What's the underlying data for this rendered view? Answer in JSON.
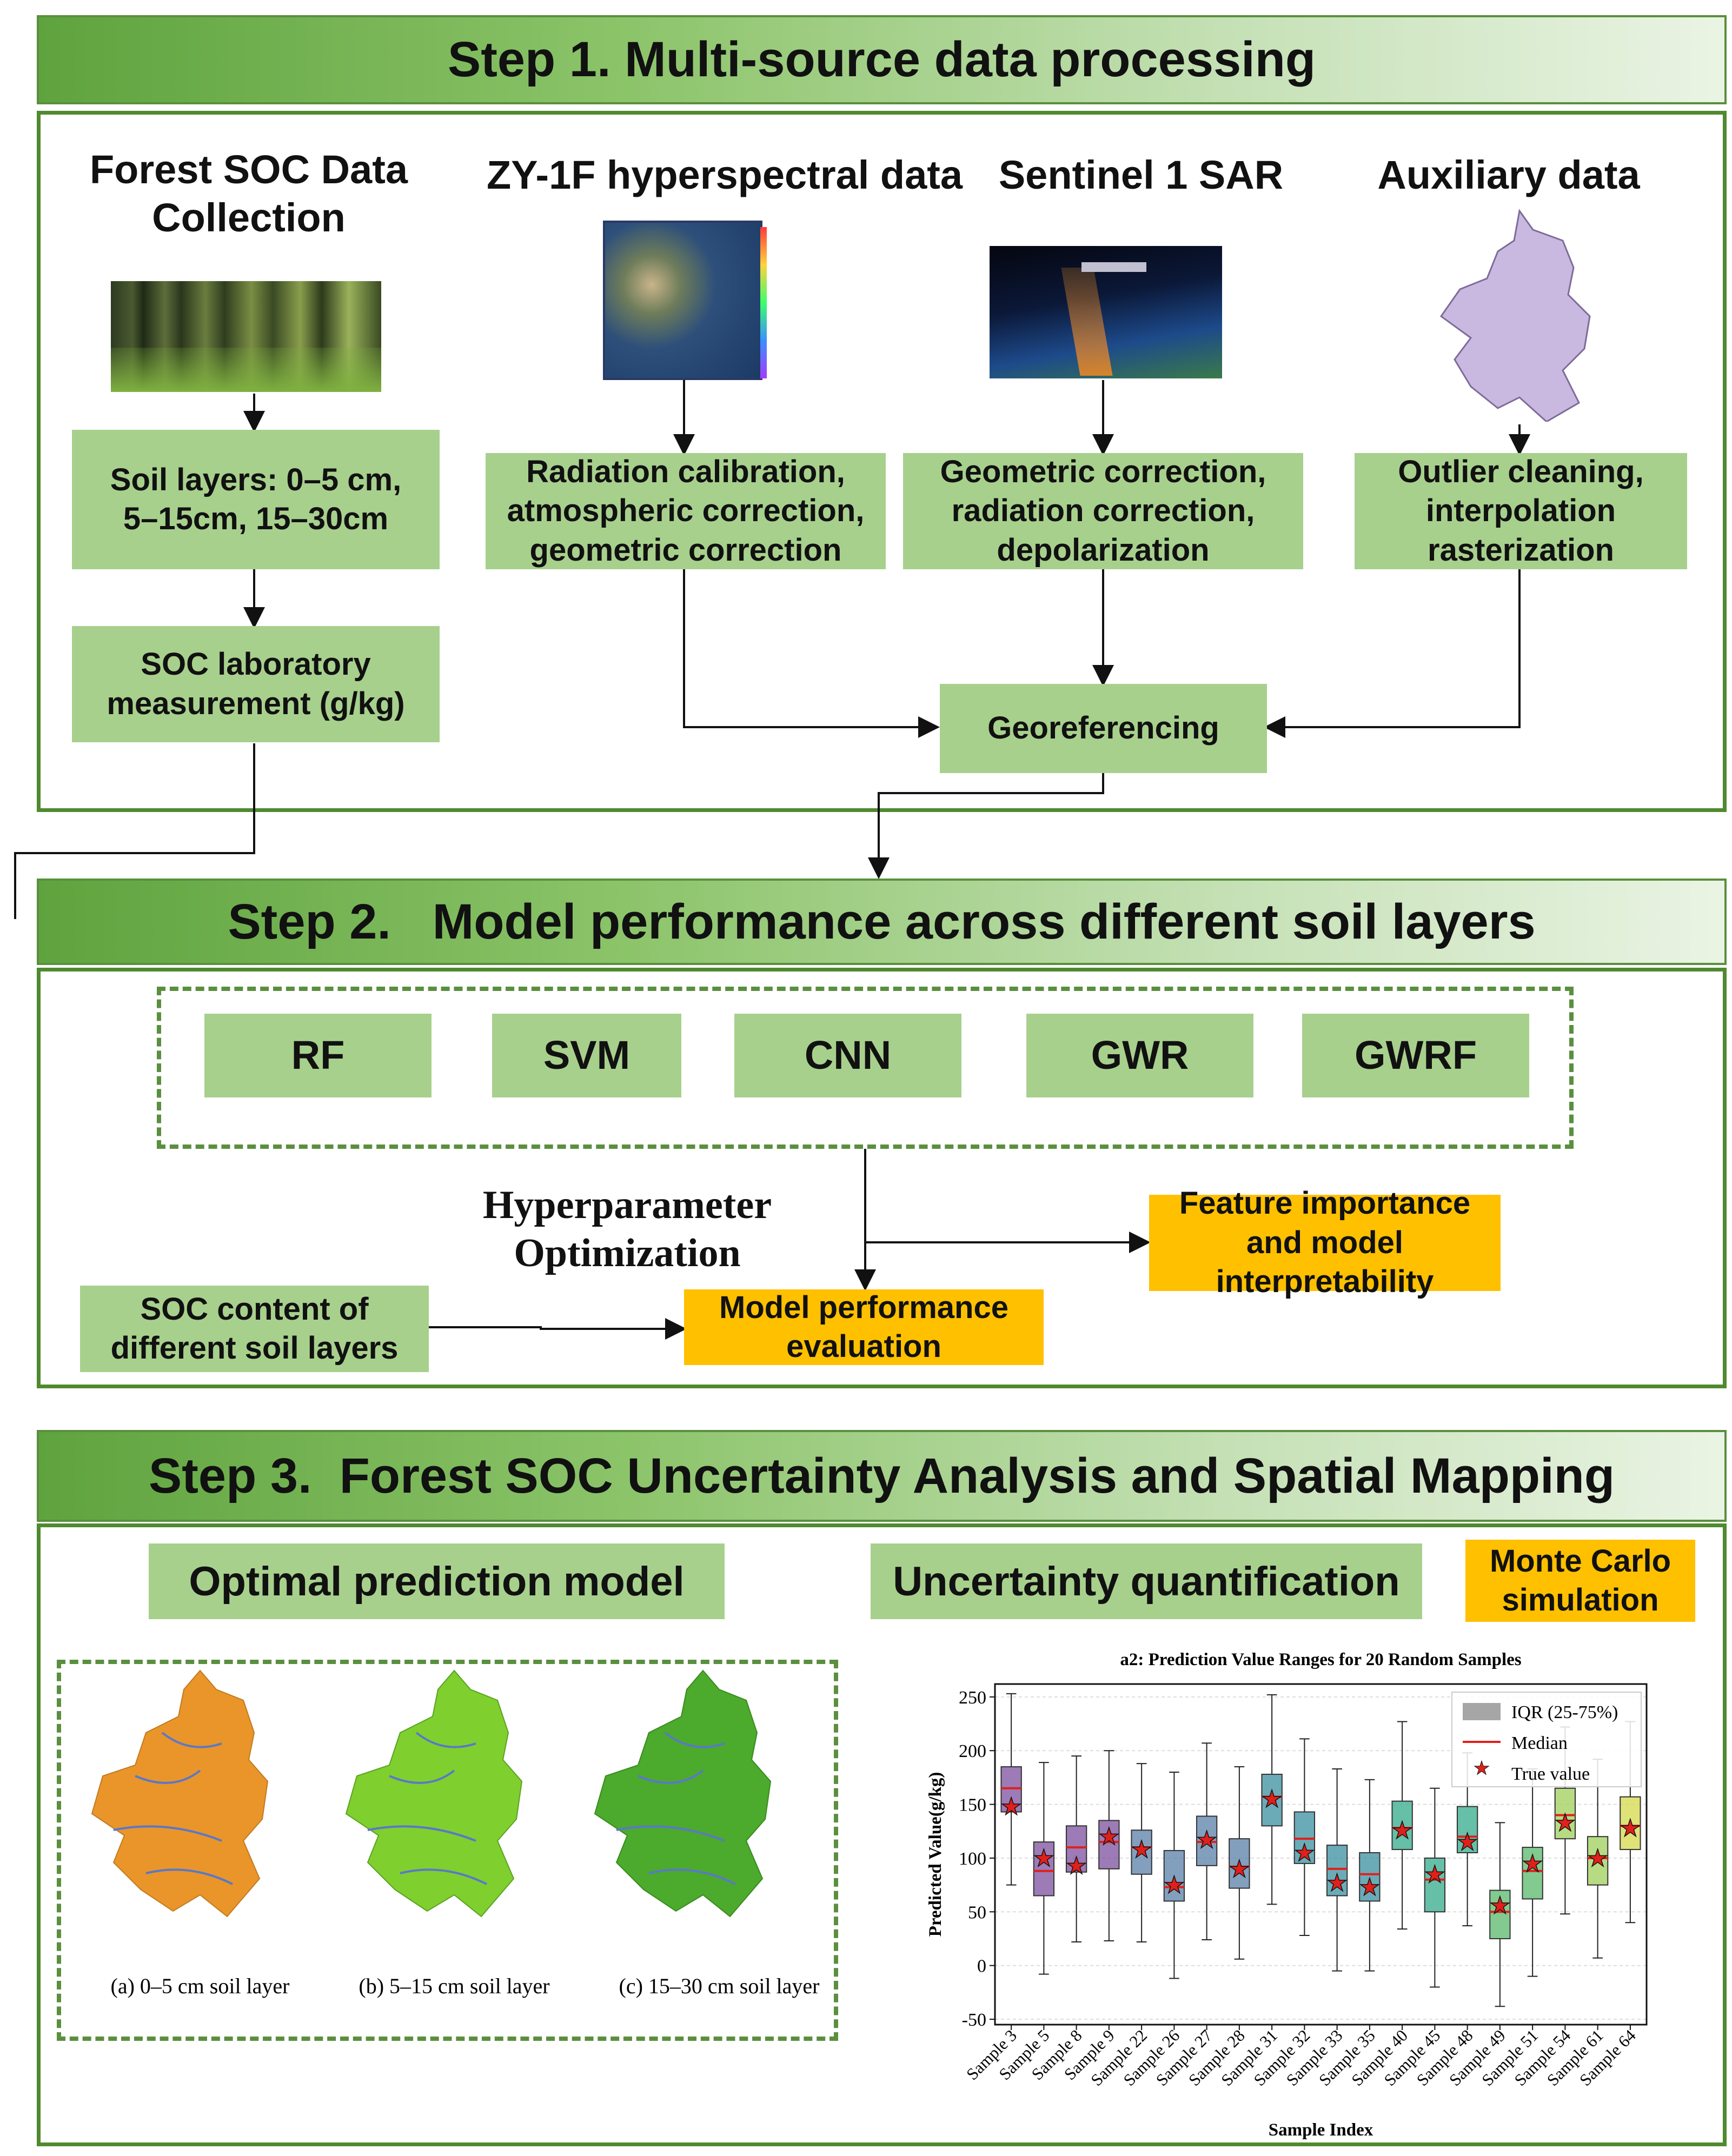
{
  "step1": {
    "header": "Step 1. Multi-source data processing",
    "col1_title": "Forest SOC Data Collection",
    "col2_title": "ZY-1F hyperspectral data",
    "col3_title": "Sentinel 1 SAR",
    "col4_title": "Auxiliary data",
    "soil_layers": "Soil layers: 0–5 cm, 5–15cm, 15–30cm",
    "lab_measurement": "SOC laboratory measurement (g/kg)",
    "hyperspectral_proc": "Radiation calibration, atmospheric correction, geometric correction",
    "sar_proc": "Geometric correction, radiation correction, depolarization",
    "aux_proc": "Outlier cleaning, interpolation rasterization",
    "georef": "Georeferencing"
  },
  "step2": {
    "header": "Step 2.   Model performance across different soil layers",
    "models": [
      "RF",
      "SVM",
      "CNN",
      "GWR",
      "GWRF"
    ],
    "hyperparam": "Hyperparameter Optimization",
    "feature_importance": "Feature importance and model interpretability",
    "soc_content": "SOC content  of different soil layers",
    "model_eval": "Model performance evaluation"
  },
  "step3": {
    "header": "Step 3.  Forest SOC Uncertainty Analysis and Spatial Mapping",
    "optimal_model": "Optimal prediction model",
    "uncertainty": "Uncertainty quantification",
    "monte_carlo": "Monte Carlo simulation",
    "map_captions": [
      "(a) 0–5 cm soil layer",
      "(b) 5–15 cm soil layer",
      "(c) 15–30 cm soil layer"
    ]
  },
  "chart_data": {
    "type": "box",
    "title": "a2: Prediction Value Ranges for 20 Random Samples",
    "xlabel": "Sample Index",
    "ylabel": "Predicted Value(g/kg)",
    "ylim": [
      -55,
      262
    ],
    "yticks": [
      -50,
      0,
      50,
      100,
      150,
      200,
      250
    ],
    "legend": [
      "IQR (25-75%)",
      "Median",
      "True value"
    ],
    "legend_position": "top-right",
    "grid": true,
    "categories": [
      "Sample 3",
      "Sample 5",
      "Sample 8",
      "Sample 9",
      "Sample 22",
      "Sample 26",
      "Sample 27",
      "Sample 28",
      "Sample 31",
      "Sample 32",
      "Sample 33",
      "Sample 35",
      "Sample 40",
      "Sample 45",
      "Sample 48",
      "Sample 49",
      "Sample 51",
      "Sample 54",
      "Sample 61",
      "Sample 64"
    ],
    "min": [
      75,
      -8,
      22,
      23,
      22,
      -12,
      24,
      6,
      57,
      28,
      -5,
      -5,
      34,
      -20,
      37,
      -38,
      -10,
      48,
      7,
      40
    ],
    "q1": [
      143,
      65,
      87,
      90,
      85,
      60,
      93,
      72,
      130,
      95,
      65,
      60,
      108,
      50,
      105,
      25,
      62,
      118,
      75,
      108
    ],
    "median": [
      165,
      88,
      110,
      115,
      110,
      73,
      115,
      92,
      157,
      118,
      90,
      85,
      128,
      80,
      120,
      50,
      88,
      140,
      100,
      130
    ],
    "q3": [
      185,
      115,
      130,
      135,
      126,
      107,
      139,
      118,
      178,
      143,
      112,
      105,
      153,
      100,
      148,
      70,
      110,
      165,
      120,
      157
    ],
    "max": [
      253,
      189,
      195,
      200,
      188,
      180,
      207,
      185,
      252,
      211,
      183,
      173,
      227,
      165,
      198,
      133,
      183,
      222,
      192,
      227
    ],
    "true_value": [
      148,
      100,
      93,
      120,
      108,
      75,
      117,
      90,
      155,
      105,
      77,
      73,
      126,
      85,
      115,
      56,
      95,
      133,
      100,
      128
    ],
    "colors": [
      "#7b4f9d",
      "#7b4f9d",
      "#7b4f9d",
      "#7b4f9d",
      "#5a7fa8",
      "#5a7fa8",
      "#5a7fa8",
      "#5a7fa8",
      "#3a8fa0",
      "#3a8fa0",
      "#3a8fa0",
      "#3a8fa0",
      "#33a98a",
      "#33a98a",
      "#33a98a",
      "#58b86a",
      "#58b86a",
      "#9fcf5a",
      "#9fcf5a",
      "#d4d84a"
    ]
  }
}
